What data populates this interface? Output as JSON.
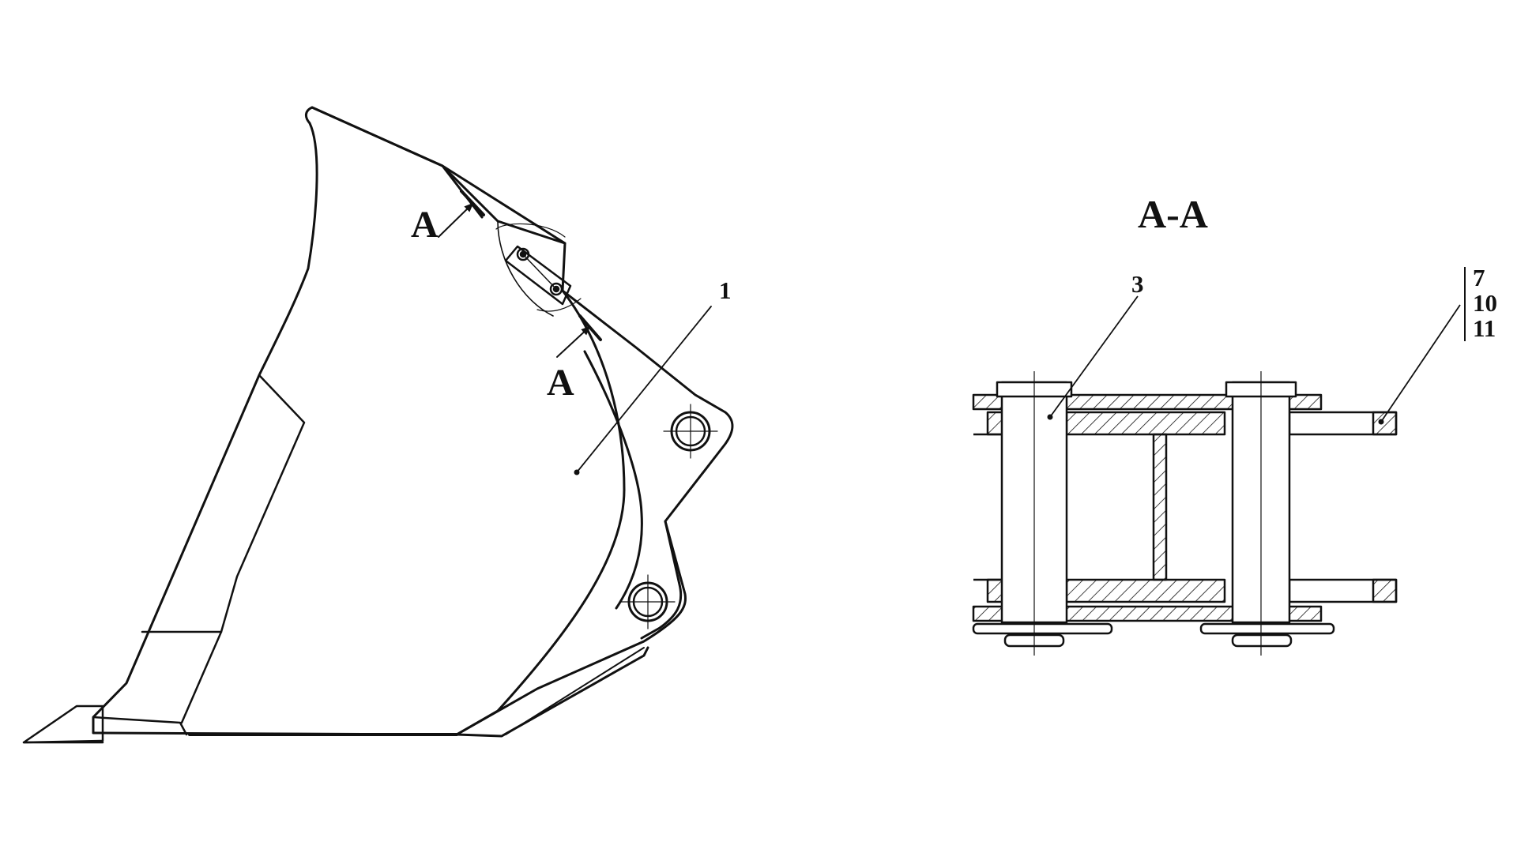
{
  "colors": {
    "line": "#111111",
    "background": "#ffffff"
  },
  "main_view": {
    "section_mark_upper": "A",
    "section_mark_lower": "A",
    "callout_1": "1"
  },
  "section_view": {
    "title": "A-A",
    "callout_3": "3",
    "callout_7": "7",
    "callout_10": "10",
    "callout_11": "11"
  }
}
